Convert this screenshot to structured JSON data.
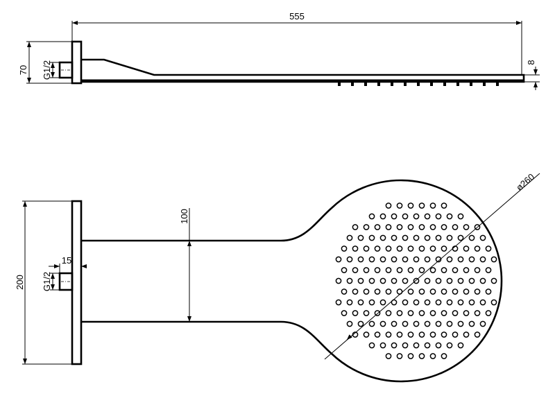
{
  "side_view": {
    "length_label": "555",
    "height_label": "70",
    "thickness_label": "8",
    "thread_label": "G1/2"
  },
  "front_view": {
    "height_label": "200",
    "arm_width_label": "100",
    "fitting_depth_label": "15",
    "thread_label": "G1/2",
    "diameter_label": "ø260"
  }
}
